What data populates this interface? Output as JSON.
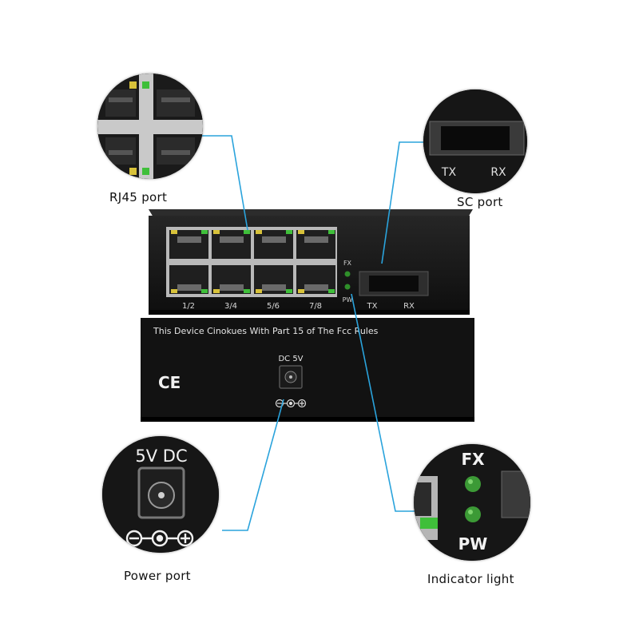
{
  "captions": {
    "rj45": "RJ45 port",
    "sc": "SC port",
    "power": "Power port",
    "indicator": "Indicator light"
  },
  "device": {
    "port_groups": [
      "1/2",
      "3/4",
      "5/6",
      "7/8"
    ],
    "led_fx": "FX",
    "led_pw": "PW",
    "sc_tx": "TX",
    "sc_rx": "RX",
    "notice": "This Device Cinokues With Part 15 of The Fcc Rules",
    "ce_mark": "CE",
    "dc_label": "DC 5V"
  },
  "zoom": {
    "sc_tx": "TX",
    "sc_rx": "RX",
    "power_label": "5V DC",
    "led_fx": "FX",
    "led_pw": "PW"
  },
  "colors": {
    "callout_line": "#2aa3dc",
    "led_green": "#3fbf3a",
    "led_yellow": "#d8c23a",
    "chassis": "#121212"
  }
}
